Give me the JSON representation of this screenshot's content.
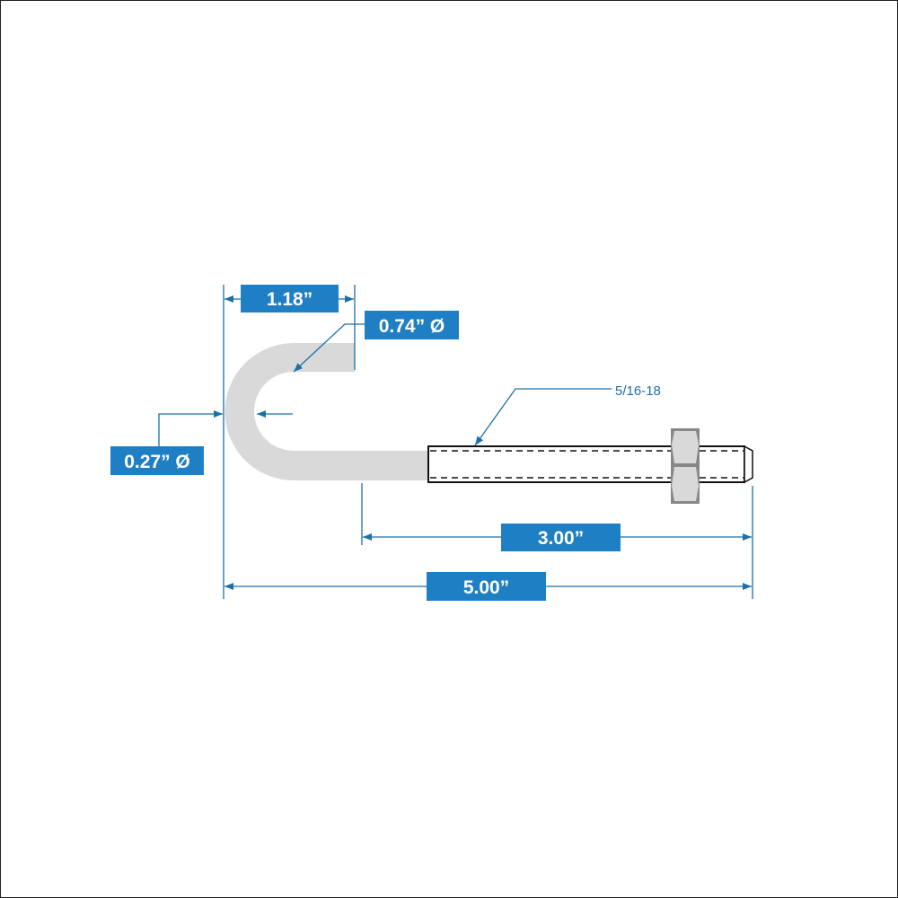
{
  "colors": {
    "accent": "#1f7fc4",
    "line": "#1d6fa8",
    "part": "#d9d9d9"
  },
  "dimensions": {
    "hook_width": "1.18”",
    "hook_inner_diameter": "0.74” Ø",
    "rod_diameter": "0.27” Ø",
    "thread_length": "3.00”",
    "overall_length": "5.00”"
  },
  "thread_spec": "5/16-18"
}
